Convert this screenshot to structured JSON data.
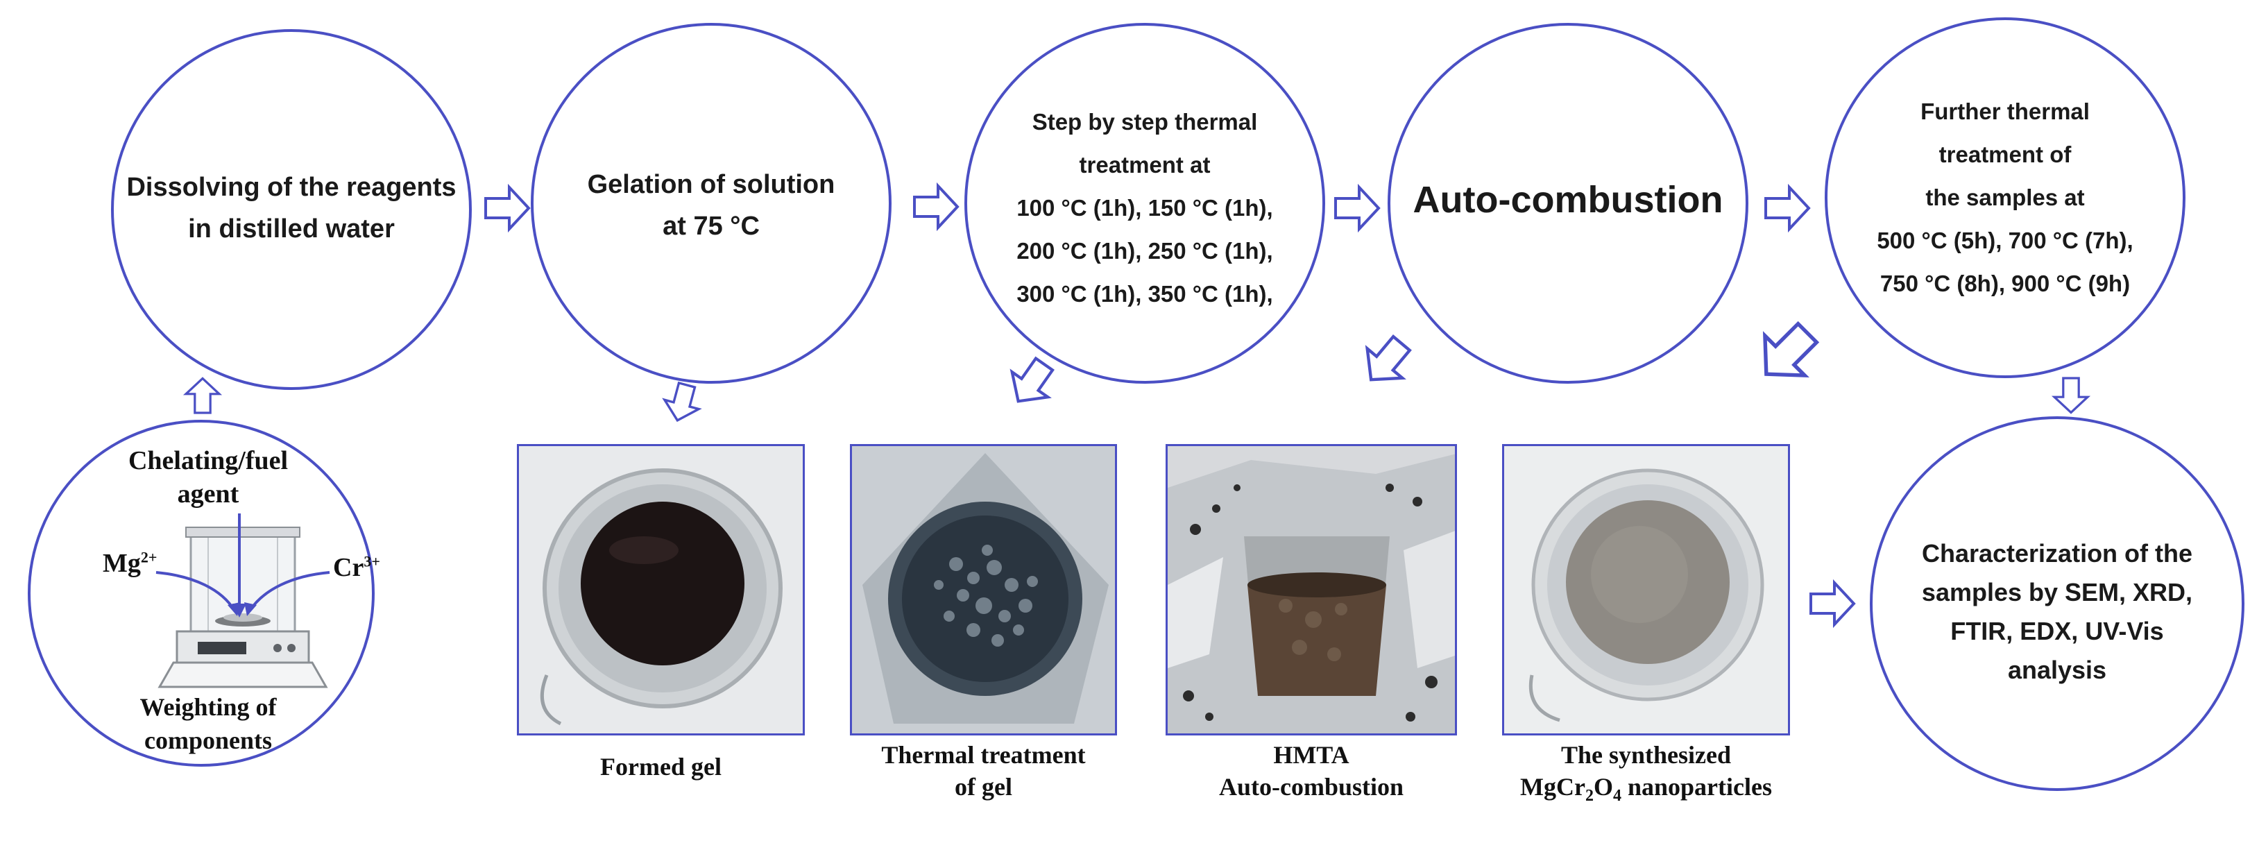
{
  "steps": {
    "dissolving": [
      "Dissolving of the reagents",
      "in distilled water"
    ],
    "gelation": [
      "Gelation of solution",
      "at 75 °C"
    ],
    "thermal": [
      "Step by step thermal",
      "treatment at",
      "100 °C (1h), 150 °C (1h),",
      "200 °C (1h), 250 °C (1h),",
      "300 °C (1h), 350 °C (1h),"
    ],
    "auto": "Auto-combustion",
    "further": [
      "Further thermal",
      "treatment of",
      "the samples at",
      "500 °C (5h), 700 °C (7h),",
      "750 °C (8h), 900 °C (9h)"
    ],
    "characterization": [
      "Characterization of the",
      "samples by SEM, XRD,",
      "FTIR, EDX, UV-Vis",
      "analysis"
    ]
  },
  "weighing": {
    "chelating": [
      "Chelating/fuel",
      "agent"
    ],
    "mg": "Mg",
    "mg_charge": "2+",
    "cr": "Cr",
    "cr_charge": "3+",
    "bottom": [
      "Weighting of",
      "components"
    ]
  },
  "captions": {
    "gel": [
      "Formed gel"
    ],
    "thermal_gel": [
      "Thermal treatment",
      "of gel"
    ],
    "hmta": [
      "HMTA",
      "Auto-combustion"
    ],
    "synth_line1": "The synthesized",
    "synth_formula": [
      "MgCr",
      "2",
      "O",
      "4",
      " nanoparticles"
    ]
  },
  "colors": {
    "outline": "#4a4fc4",
    "arrow_fill": "#ffffff"
  },
  "icons": {
    "process_arrow": "hollow-block-arrow",
    "balance": "analytical-balance-icon",
    "photos": [
      "beaker-dark-gel-photo",
      "beaker-bubbling-gel-photo",
      "beaker-foil-combustion-photo",
      "beaker-powder-photo"
    ]
  }
}
